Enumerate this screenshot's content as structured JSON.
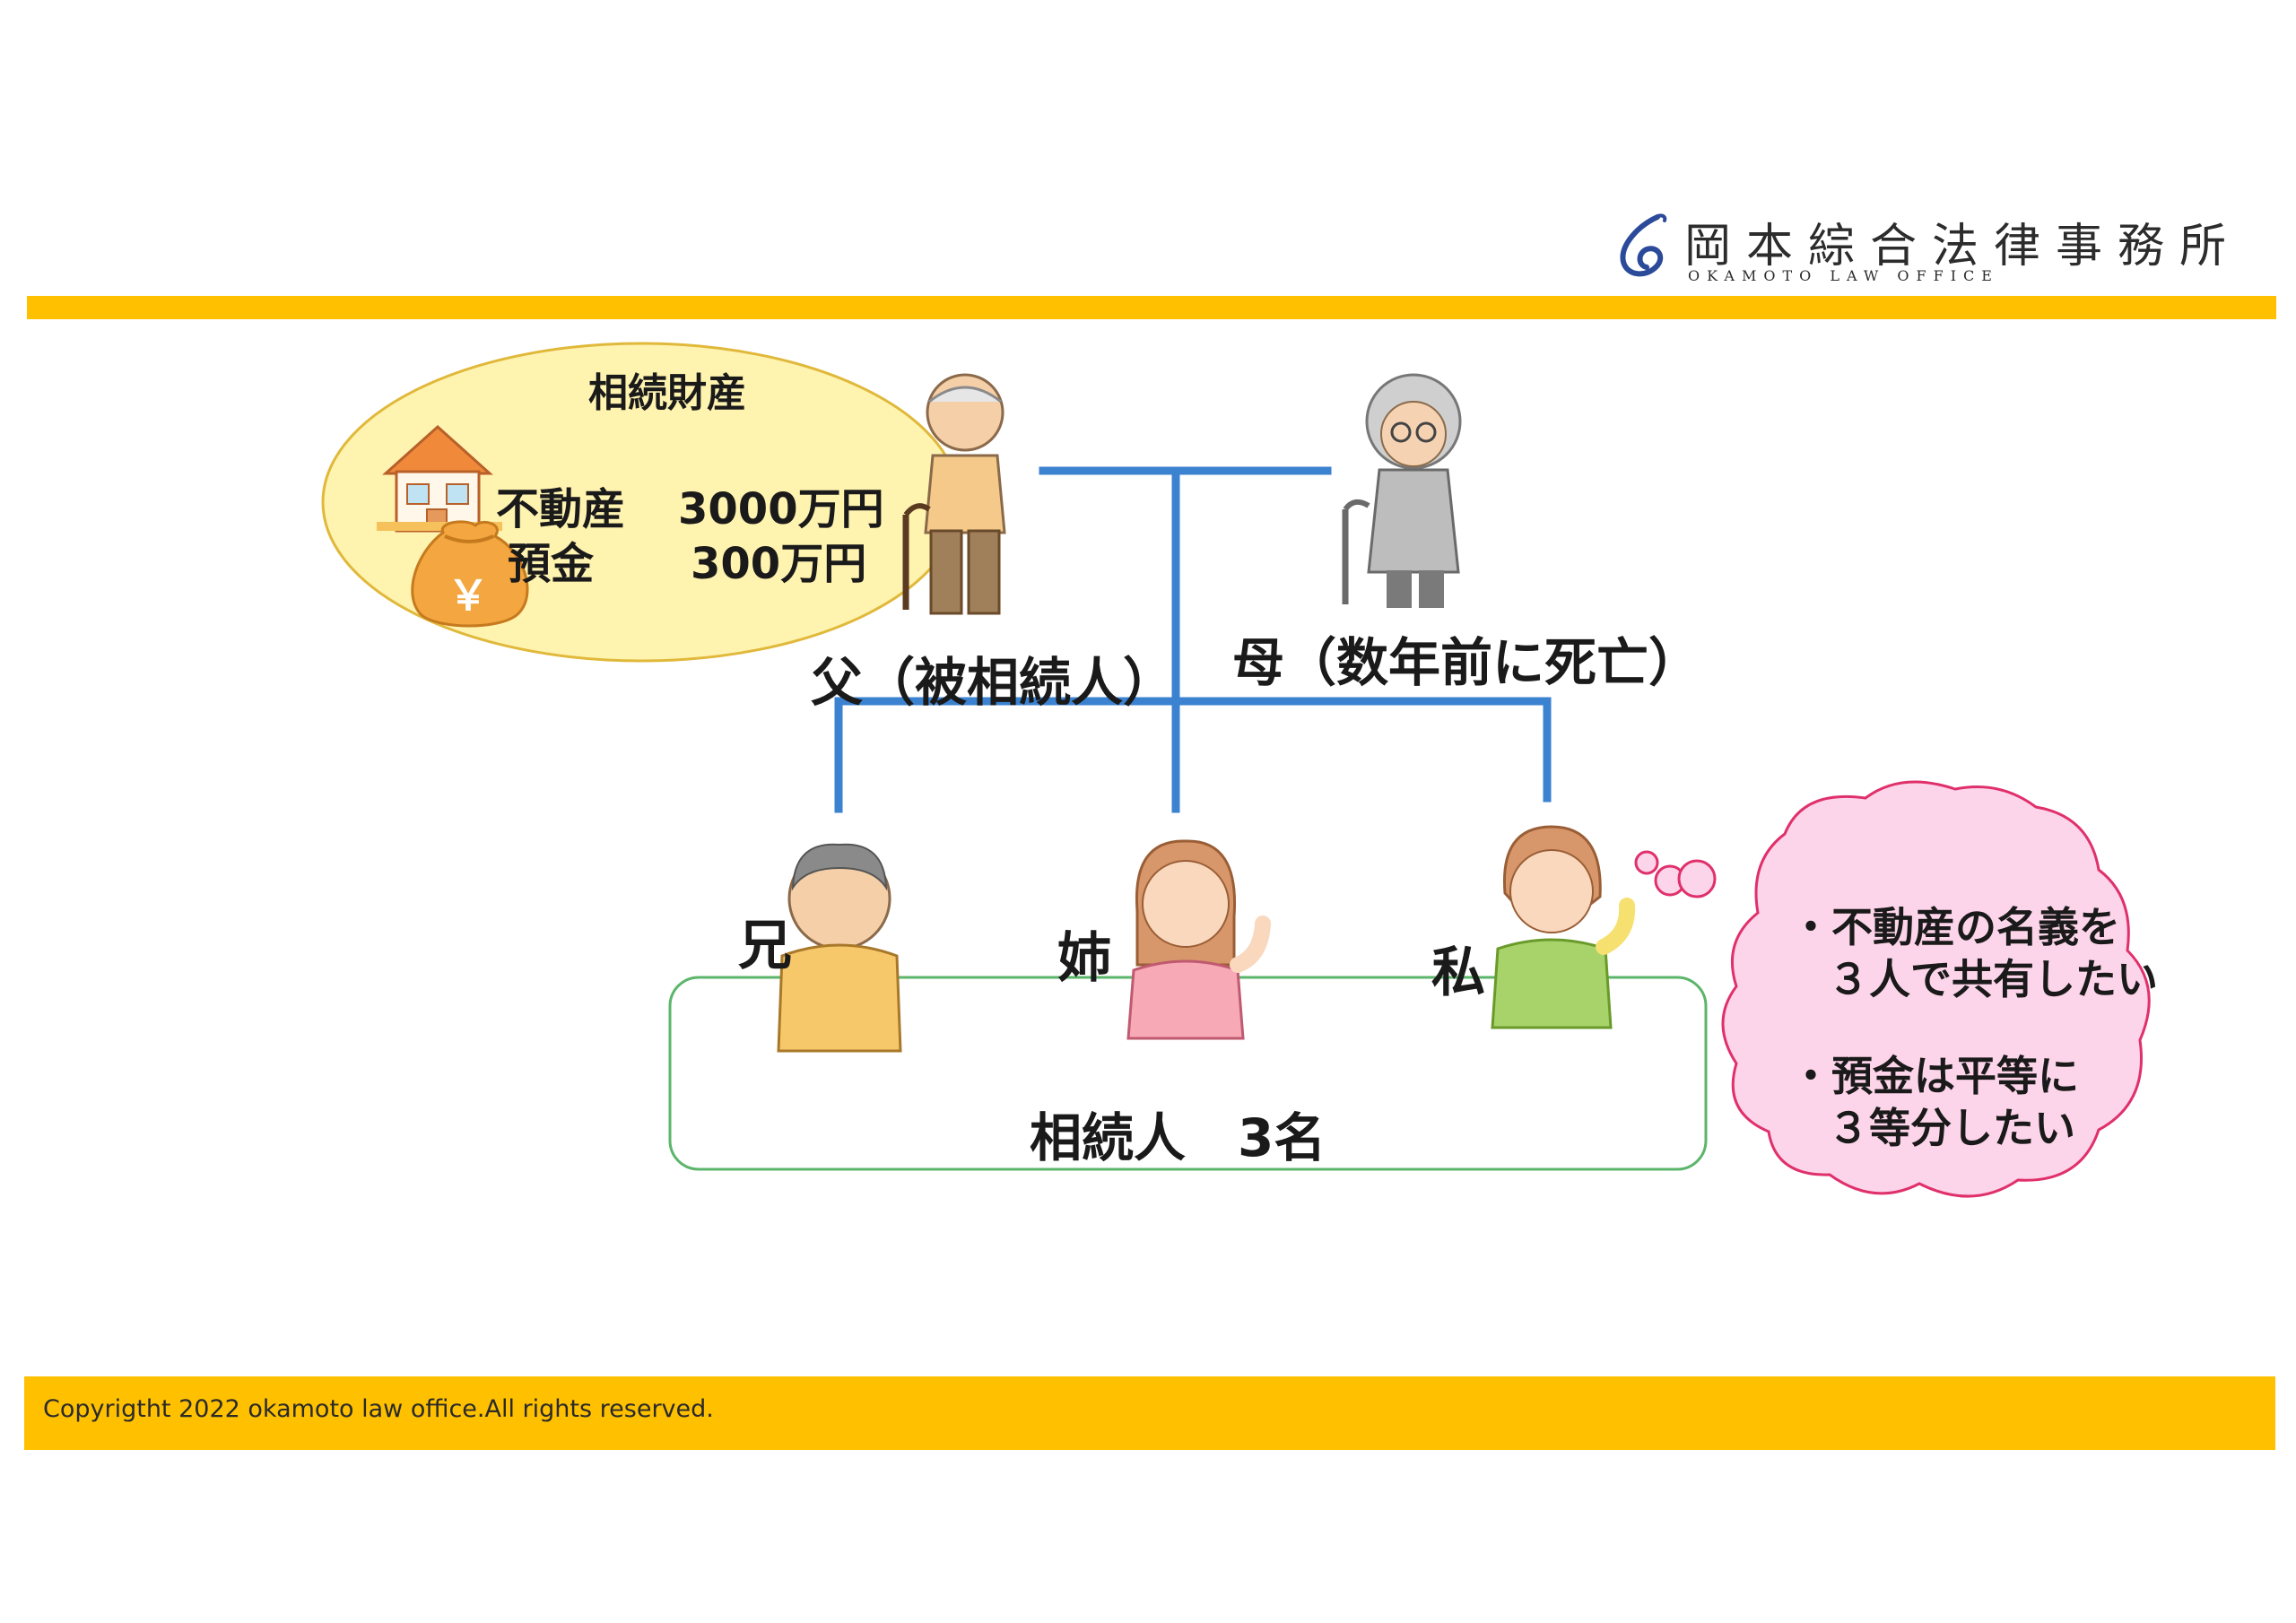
{
  "header": {
    "logo_jp": "岡本綜合法律事務所",
    "logo_en": "OKAMOTO LAW OFFICE"
  },
  "estate": {
    "title": "相続財産",
    "real_estate_label": "不動産",
    "real_estate_value": "3000万円",
    "deposit_label": "預金",
    "deposit_value": "300万円",
    "house_icon": "house-icon",
    "money_icon": "money-bag-icon",
    "money_symbol": "￥"
  },
  "family": {
    "father": "父（被相続人）",
    "mother": "母（数年前に死亡）",
    "brother": "兄",
    "sister": "姉",
    "me": "私",
    "heirs": "相続人　3名"
  },
  "thought": {
    "line1a": "・不動産の名義を",
    "line1b": "３人で共有したい",
    "line2a": "・預金は平等に",
    "line2b": "３等分したい"
  },
  "footer": {
    "copyright": "Copyrigtht 2022 okamoto law office.All rights reserved."
  },
  "colors": {
    "accent_bar": "#ffc000",
    "tree_line": "#3b82d0",
    "estate_bubble": "#fff3b0",
    "heirs_box_border": "#5bb56a",
    "thought_bubble": "#fdd5ea",
    "thought_border": "#e0306b"
  }
}
